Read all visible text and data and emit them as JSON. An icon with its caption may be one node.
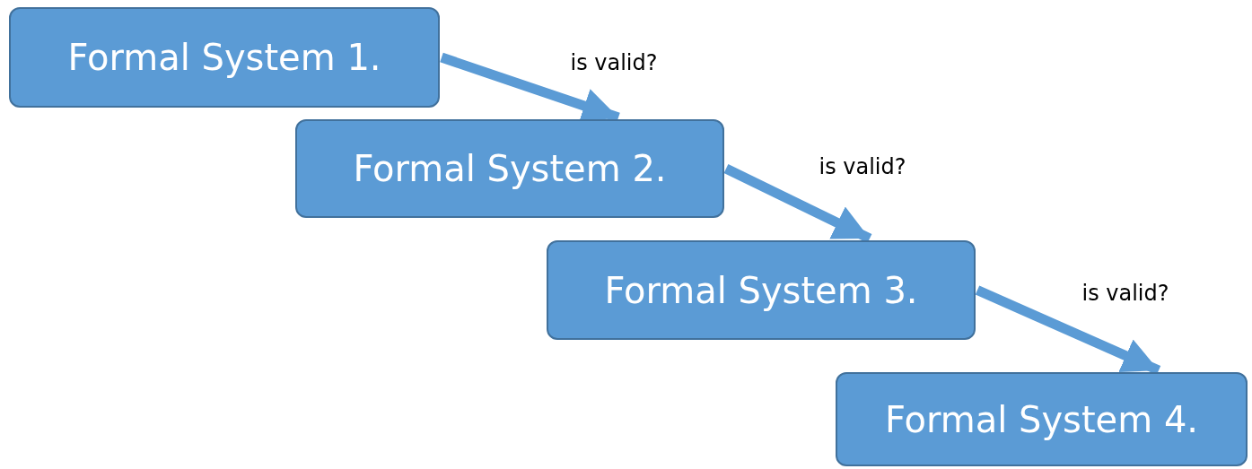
{
  "diagram": {
    "nodes": [
      {
        "text": [
          "Formal System 1."
        ]
      },
      {
        "text": [
          "Formal System 2."
        ]
      },
      {
        "text": [
          "Formal System 3."
        ]
      },
      {
        "text": [
          "Formal System 4."
        ]
      }
    ],
    "edges": [
      {
        "from": 0,
        "to": 1,
        "arrow": "to",
        "label": "is valid?"
      },
      {
        "from": 1,
        "to": 2,
        "arrow": "to",
        "label": "is valid?"
      },
      {
        "from": 2,
        "to": 3,
        "arrow": "to",
        "label": "is valid?"
      }
    ]
  }
}
